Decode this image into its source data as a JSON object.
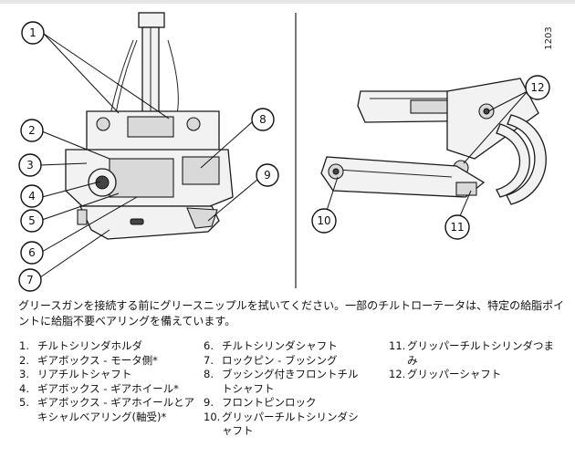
{
  "figure": {
    "id": "1203",
    "left_callouts": [
      "1",
      "2",
      "3",
      "4",
      "5",
      "6",
      "7",
      "8",
      "9"
    ],
    "right_callouts": [
      "10",
      "11",
      "12"
    ]
  },
  "caption": "グリースガンを接続する前にグリースニップルを拭いてください。一部のチルトローテータは、特定の給脂ポイントに給脂不要ベアリングを備えています。",
  "parts": {
    "col1": [
      {
        "num": "1.",
        "text": "チルトシリンダホルダ"
      },
      {
        "num": "2.",
        "text": "ギアボックス - モータ側*"
      },
      {
        "num": "3.",
        "text": "リアチルトシャフト"
      },
      {
        "num": "4.",
        "text": "ギアボックス - ギアホイール*"
      },
      {
        "num": "5.",
        "text": "ギアボックス - ギアホイールとアキシャルベアリング(軸受)*"
      }
    ],
    "col2": [
      {
        "num": "6.",
        "text": "チルトシリンダシャフト"
      },
      {
        "num": "7.",
        "text": "ロックピン - ブッシング"
      },
      {
        "num": "8.",
        "text": "ブッシング付きフロントチルトシャフト"
      },
      {
        "num": "9.",
        "text": "フロントピンロック"
      },
      {
        "num": "10.",
        "text": "グリッパーチルトシリンダシャフト"
      }
    ],
    "col3": [
      {
        "num": "11.",
        "text": "グリッパーチルトシリンダつまみ"
      },
      {
        "num": "12.",
        "text": "グリッパーシャフト"
      }
    ]
  }
}
